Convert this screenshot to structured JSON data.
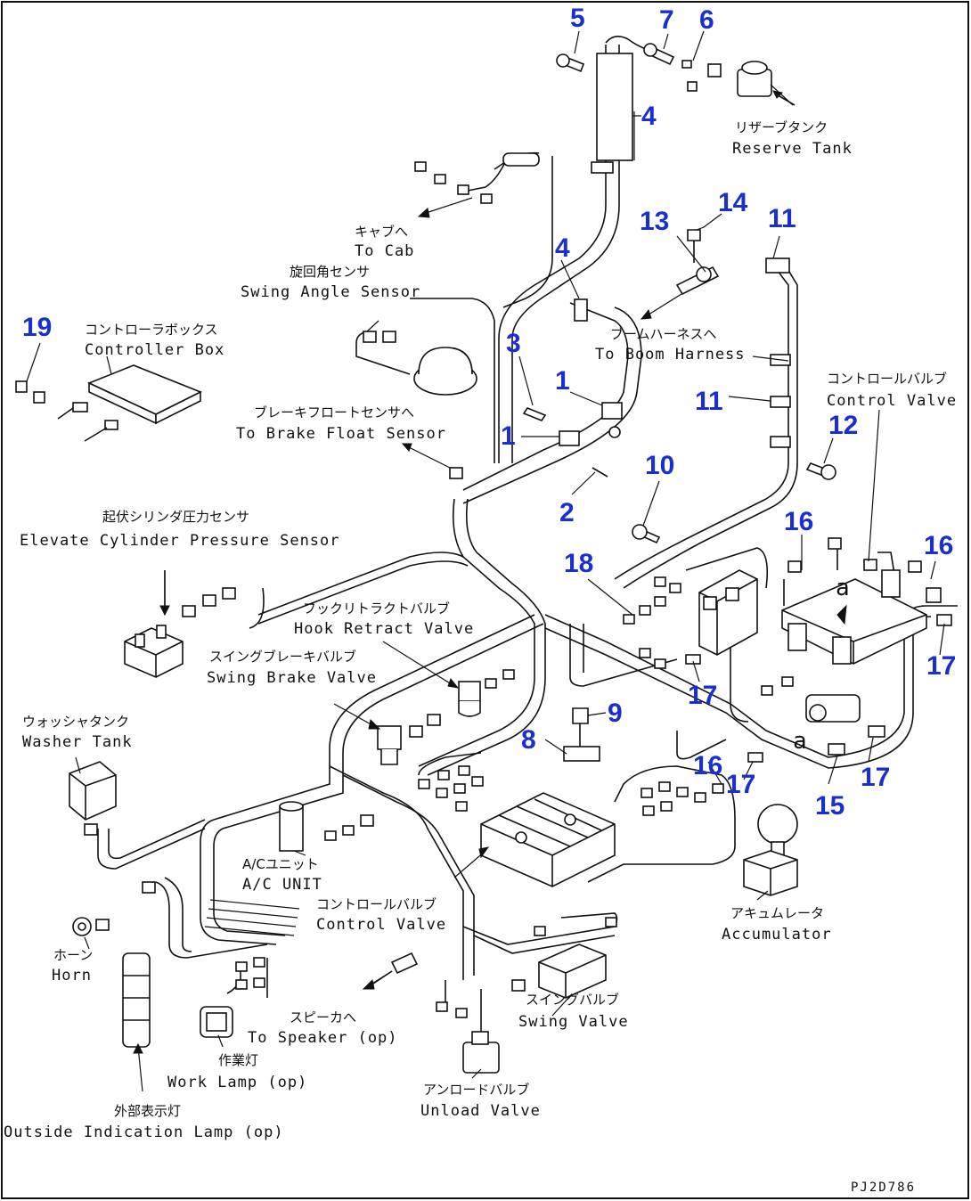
{
  "diagram_code": "PJ2D786",
  "labels": {
    "reserve_tank_jp": "リザーブタンク",
    "reserve_tank_en": "Reserve Tank",
    "to_cab_jp": "キャブへ",
    "to_cab_en": "To Cab",
    "swing_angle_sensor_jp": "旋回角センサ",
    "swing_angle_sensor_en": "Swing Angle Sensor",
    "controller_box_jp": "コントローラボックス",
    "controller_box_en": "Controller Box",
    "to_boom_harness_jp": "ブームハーネスへ",
    "to_boom_harness_en": "To Boom Harness",
    "control_valve_top_jp": "コントロールバルブ",
    "control_valve_top_en": "Control Valve",
    "to_brake_float_sensor_jp": "ブレーキフロートセンサへ",
    "to_brake_float_sensor_en": "To Brake Float Sensor",
    "elevate_cyl_sensor_jp": "起伏シリンダ圧力センサ",
    "elevate_cyl_sensor_en": "Elevate Cylinder Pressure Sensor",
    "hook_retract_valve_jp": "フックリトラクトバルブ",
    "hook_retract_valve_en": "Hook Retract Valve",
    "swing_brake_valve_jp": "スイングブレーキバルブ",
    "swing_brake_valve_en": "Swing Brake Valve",
    "washer_tank_jp": "ウォッシャタンク",
    "washer_tank_en": "Washer Tank",
    "ac_unit_jp": "A/Cユニット",
    "ac_unit_en": "A/C UNIT",
    "control_valve_mid_jp": "コントロールバルブ",
    "control_valve_mid_en": "Control Valve",
    "accumulator_jp": "アキュムレータ",
    "accumulator_en": "Accumulator",
    "horn_jp": "ホーン",
    "horn_en": "Horn",
    "swing_valve_jp": "スイングバルブ",
    "swing_valve_en": "Swing Valve",
    "to_speaker_jp": "スピーカへ",
    "to_speaker_en": "To Speaker (op)",
    "work_lamp_jp": "作業灯",
    "work_lamp_en": "Work Lamp (op)",
    "unload_valve_jp": "アンロードバルブ",
    "unload_valve_en": "Unload Valve",
    "outside_lamp_jp": "外部表示灯",
    "outside_lamp_en": "Outside Indication Lamp (op)"
  },
  "callouts": [
    "5",
    "7",
    "6",
    "4",
    "4",
    "14",
    "11",
    "13",
    "19",
    "3",
    "1",
    "1",
    "11",
    "12",
    "2",
    "10",
    "16",
    "16",
    "18",
    "17",
    "17",
    "9",
    "8",
    "16",
    "17",
    "15",
    "17"
  ],
  "ref_marks": [
    "a",
    "a"
  ]
}
